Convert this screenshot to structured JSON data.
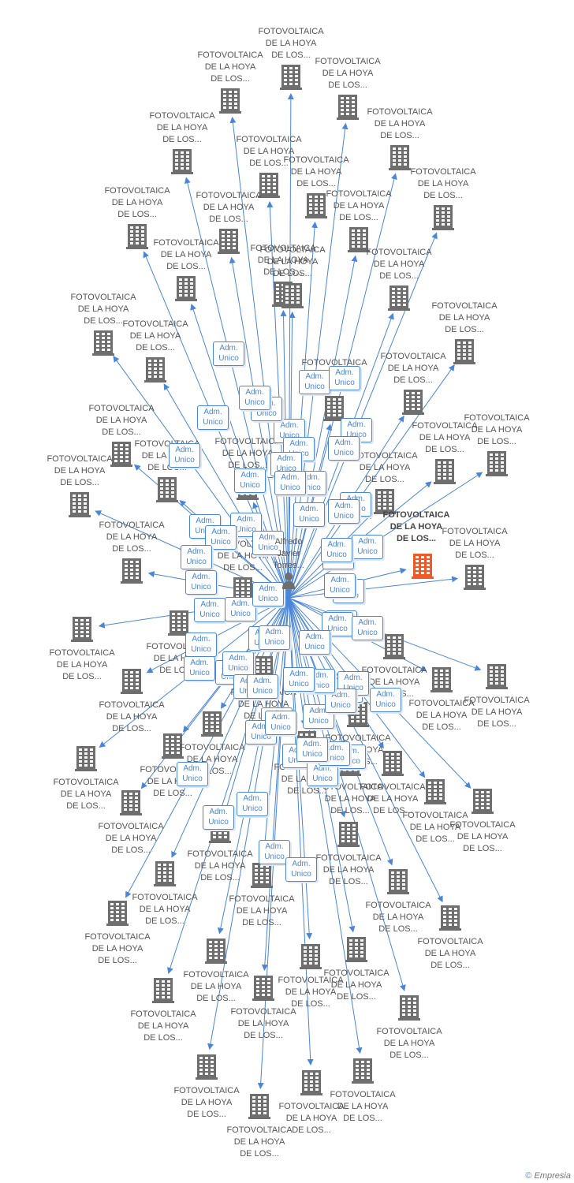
{
  "diagram": {
    "company_label": "FOTOVOLTAICA\nDE LA HOYA\nDE LOS...",
    "badge_label": "Adm.\nUnico",
    "person_label": "Alfredo\nJavier\nTorres...",
    "colors": {
      "edge": "#4a86d8",
      "building": "#6e6e6e",
      "highlight": "#f05a28",
      "badge_border": "#4a86d8"
    },
    "icons": {
      "company": "building-icon",
      "person": "person-icon"
    },
    "node_count": 64,
    "highlighted_node": 36
  },
  "footer": {
    "copyright": "©",
    "brand": "Empresia"
  }
}
